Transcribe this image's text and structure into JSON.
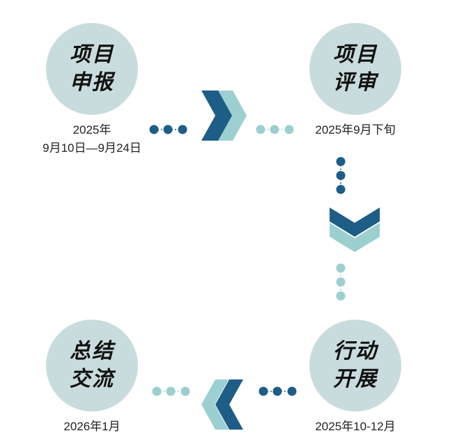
{
  "colors": {
    "dark": "#1e5d86",
    "light": "#9ccfcf",
    "circle": "#c9dcdd",
    "text": "#111111"
  },
  "nodes": [
    {
      "id": "apply",
      "line1": "项目",
      "line2": "申报",
      "date_lines": [
        "2025年",
        "9月10日—9月24日"
      ]
    },
    {
      "id": "review",
      "line1": "项目",
      "line2": "评审",
      "date_lines": [
        "2025年9月下旬"
      ]
    },
    {
      "id": "launch",
      "line1": "行动",
      "line2": "开展",
      "date_lines": [
        "2025年10-12月"
      ]
    },
    {
      "id": "summary",
      "line1": "总结",
      "line2": "交流",
      "date_lines": [
        "2026年1月"
      ]
    }
  ],
  "arrows": [
    {
      "from": "apply",
      "to": "review",
      "direction": "right"
    },
    {
      "from": "review",
      "to": "launch",
      "direction": "down"
    },
    {
      "from": "launch",
      "to": "summary",
      "direction": "left"
    }
  ]
}
